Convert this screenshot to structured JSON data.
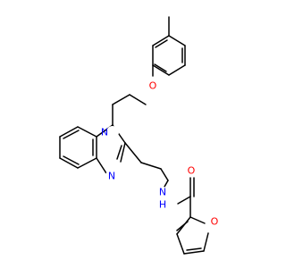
{
  "molecule": {
    "atoms": {
      "o_ether": {
        "label": "O",
        "color": "#ff0000"
      },
      "n_ring": {
        "label": "N",
        "color": "#0000ff"
      },
      "n_imine": {
        "label": "N",
        "color": "#0000ff"
      },
      "nh_amide": {
        "label": "N",
        "sub": "H",
        "color": "#0000ff"
      },
      "o_carbonyl": {
        "label": "O",
        "color": "#ff0000"
      },
      "o_furan": {
        "label": "O",
        "color": "#ff0000"
      }
    },
    "bond_color": "#000000",
    "background": "#ffffff"
  }
}
